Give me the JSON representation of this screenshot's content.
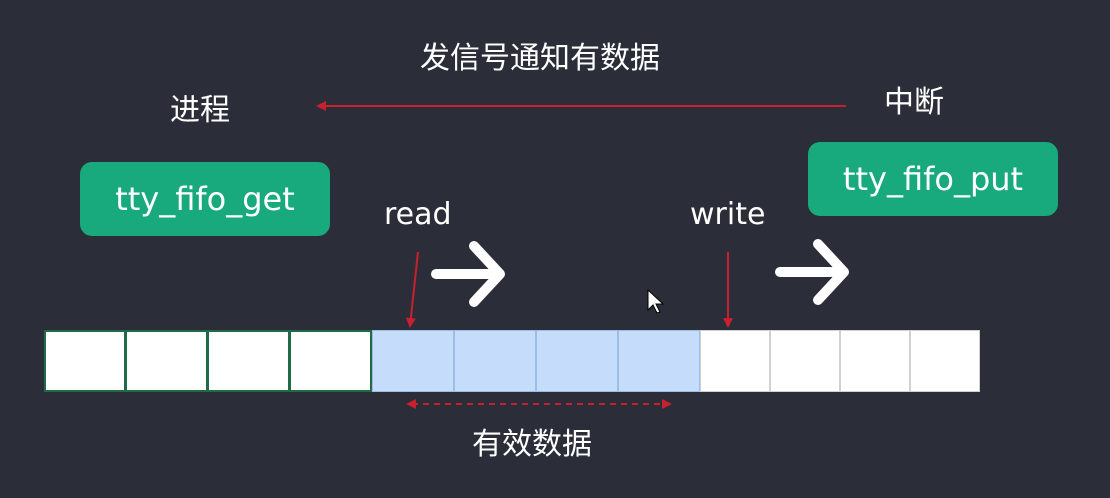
{
  "labels": {
    "signal": "发信号通知有数据",
    "process": "进程",
    "interrupt": "中断",
    "read": "read",
    "write": "write",
    "valid_data": "有效数据"
  },
  "functions": {
    "get": "tty_fifo_get",
    "put": "tty_fifo_put"
  },
  "buffer": {
    "dim_cells": 4,
    "valid_cells": 4,
    "free_cells": 4
  },
  "colors": {
    "background": "#2b2e39",
    "function_box": "#18a97c",
    "arrow_red": "#c8202f",
    "valid_cell": "#c6dcfb",
    "free_cell": "#ffffff"
  },
  "icons": {
    "direction_arrow": "chevron-right-arrow-icon",
    "cursor": "mouse-pointer-icon"
  }
}
